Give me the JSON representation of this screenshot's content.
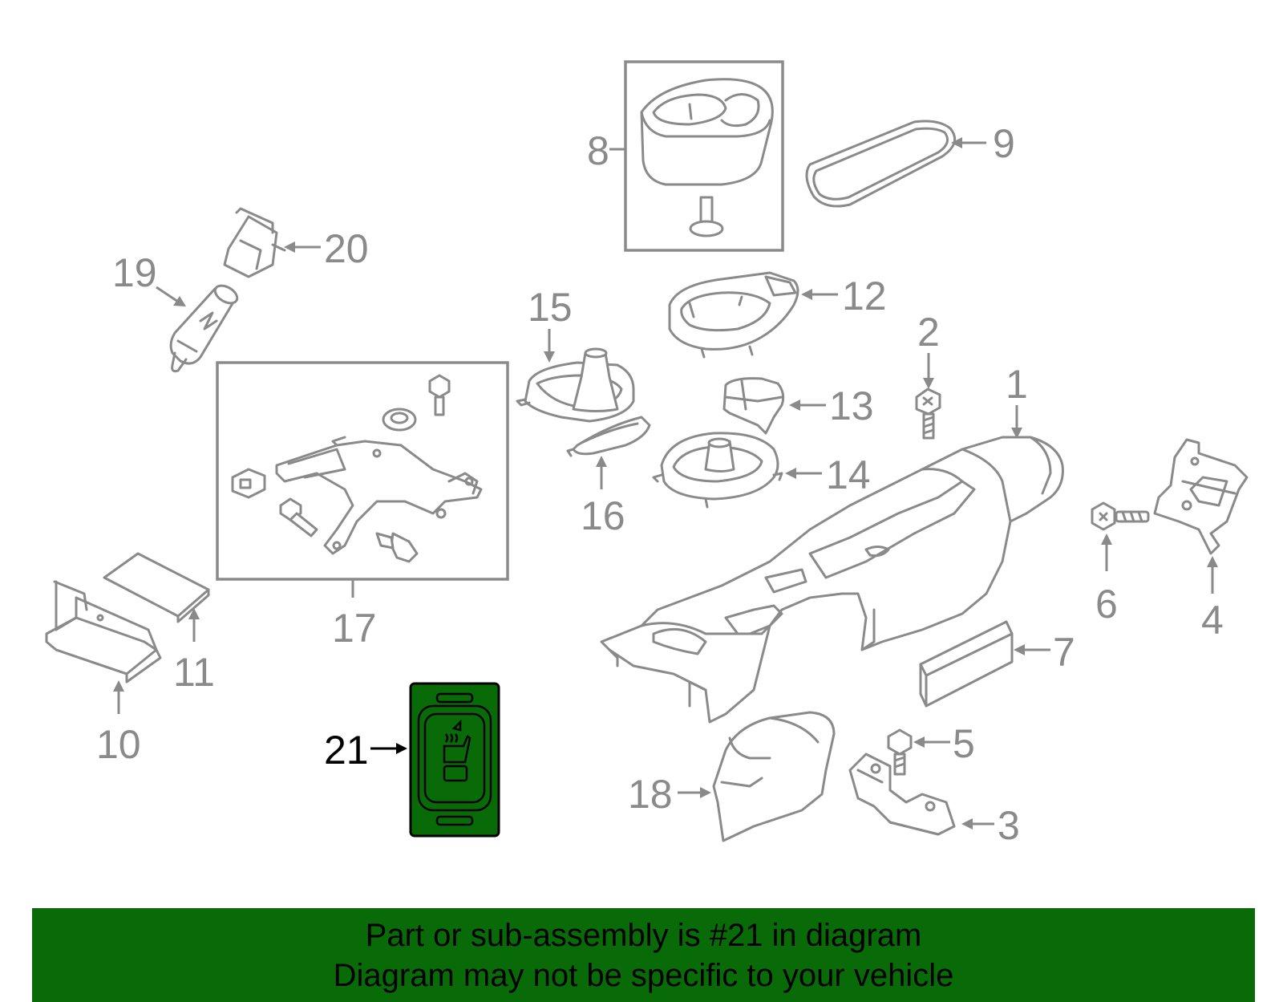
{
  "colors": {
    "line": "#8a8a8a",
    "highlight": "#086b08",
    "highlight_text": "#000000",
    "background": "#ffffff"
  },
  "callouts": {
    "c1": "1",
    "c2": "2",
    "c3": "3",
    "c4": "4",
    "c5": "5",
    "c6": "6",
    "c7": "7",
    "c8": "8",
    "c9": "9",
    "c10": "10",
    "c11": "11",
    "c12": "12",
    "c13": "13",
    "c14": "14",
    "c15": "15",
    "c16": "16",
    "c17": "17",
    "c18": "18",
    "c19": "19",
    "c20": "20",
    "c21": "21"
  },
  "icons": {
    "seat_heater": "seat-heater-icon"
  },
  "banner": {
    "line1": "Part or sub-assembly is #21 in diagram",
    "line2": "Diagram may not be specific to your vehicle"
  }
}
